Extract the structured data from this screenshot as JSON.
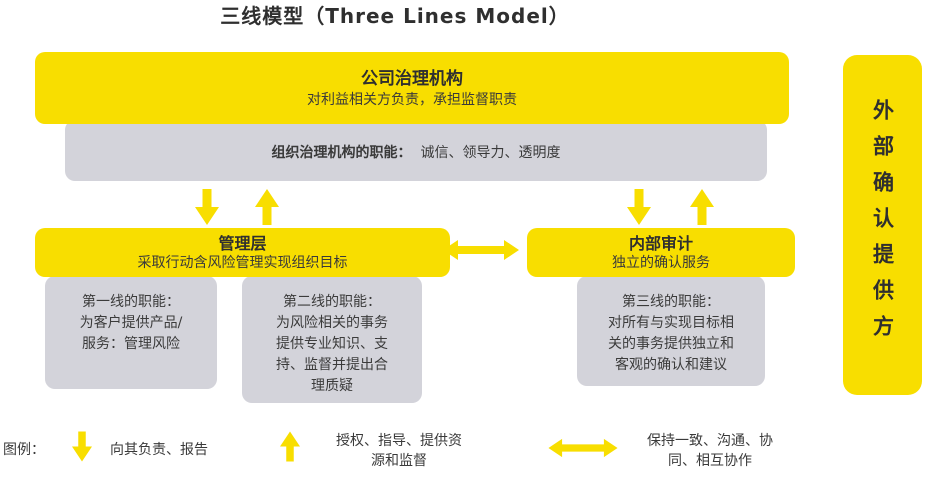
{
  "title": "三线模型（Three Lines Model）",
  "colors": {
    "accent_yellow": "#F8DE00",
    "panel_gray": "#D3D3DA",
    "text_dark": "#3A3A3A"
  },
  "governing_body": {
    "title": "公司治理机构",
    "subtitle": "对利益相关方负责，承担监督职责"
  },
  "governance_functions": {
    "label_bold": "组织治理机构的职能：",
    "label_rest": "诚信、领导力、透明度"
  },
  "management": {
    "title": "管理层",
    "subtitle": "采取行动含风险管理实现组织目标"
  },
  "internal_audit": {
    "title": "内部审计",
    "subtitle": "独立的确认服务"
  },
  "first_line": {
    "text": "第一线的职能：\n为客户提供产品/\n服务：管理风险"
  },
  "second_line": {
    "text": "第二线的职能：\n为风险相关的事务\n提供专业知识、支\n持、监督并提出合\n理质疑"
  },
  "third_line": {
    "text": "第三线的职能：\n对所有与实现目标相\n关的事务提供独立和\n客观的确认和建议"
  },
  "external_assurance": {
    "text": "外部确认提供方"
  },
  "legend": {
    "label": "图例：",
    "items": [
      {
        "icon": "down-arrow",
        "text": "向其负责、报告"
      },
      {
        "icon": "up-arrow",
        "text": "授权、指导、提供资\n源和监督"
      },
      {
        "icon": "double-arrow",
        "text": "保持一致、沟通、协\n同、相互协作"
      }
    ]
  }
}
